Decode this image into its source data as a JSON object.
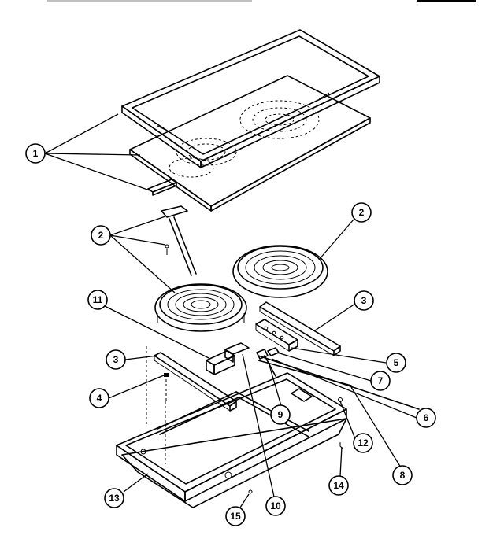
{
  "header": {
    "left_text": "",
    "right_bar": ""
  },
  "callouts": [
    {
      "id": "c1",
      "label": "1"
    },
    {
      "id": "c2a",
      "label": "2"
    },
    {
      "id": "c2b",
      "label": "2"
    },
    {
      "id": "c3a",
      "label": "3"
    },
    {
      "id": "c3b",
      "label": "3"
    },
    {
      "id": "c4",
      "label": "4"
    },
    {
      "id": "c5",
      "label": "5"
    },
    {
      "id": "c6",
      "label": "6"
    },
    {
      "id": "c7",
      "label": "7"
    },
    {
      "id": "c8",
      "label": "8"
    },
    {
      "id": "c9",
      "label": "9"
    },
    {
      "id": "c10",
      "label": "10"
    },
    {
      "id": "c11",
      "label": "11"
    },
    {
      "id": "c12",
      "label": "12"
    },
    {
      "id": "c13",
      "label": "13"
    },
    {
      "id": "c14",
      "label": "14"
    },
    {
      "id": "c15",
      "label": "15"
    }
  ]
}
